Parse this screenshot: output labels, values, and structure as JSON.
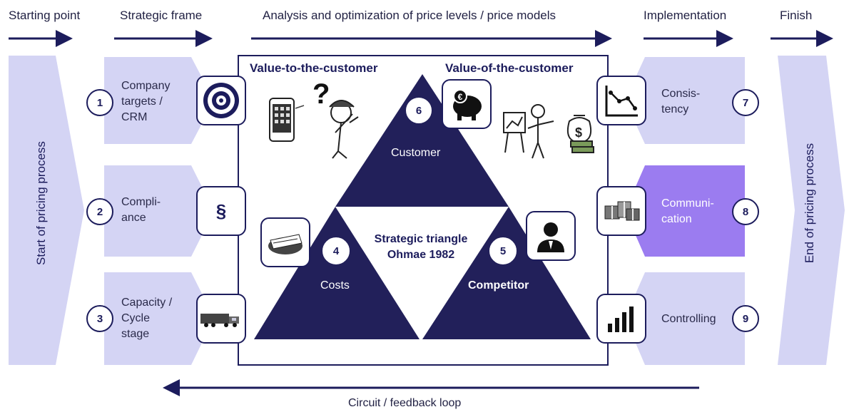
{
  "header": {
    "start": "Starting point",
    "frame": "Strategic frame",
    "analysis": "Analysis and optimization of price levels / price models",
    "implementation": "Implementation",
    "finish": "Finish"
  },
  "side": {
    "start": "Start of pricing process",
    "end": "End of pricing process"
  },
  "left_items": [
    {
      "num": "1",
      "label_lines": [
        "Company",
        "targets /",
        "CRM"
      ],
      "icon": "target-icon"
    },
    {
      "num": "2",
      "label_lines": [
        "Compli-",
        "ance"
      ],
      "icon": "paragraph-icon",
      "icon_glyph": "§"
    },
    {
      "num": "3",
      "label_lines": [
        "Capacity /",
        "Cycle",
        "stage"
      ],
      "icon": "truck-icon"
    }
  ],
  "right_items": [
    {
      "num": "7",
      "label_lines": [
        "Consis-",
        "tency"
      ],
      "icon": "line-chart-icon"
    },
    {
      "num": "8",
      "label_lines": [
        "Communi-",
        "cation"
      ],
      "icon": "gifts-icon"
    },
    {
      "num": "9",
      "label_lines": [
        "Controlling"
      ],
      "icon": "bar-chart-icon"
    }
  ],
  "center": {
    "value_to": "Value-to-the-customer",
    "value_of": "Value-of-the-customer",
    "customer": "Customer",
    "costs": "Costs",
    "competitor": "Competitor",
    "triangle_line1": "Strategic triangle",
    "triangle_line2": "Ohmae 1982",
    "num_customer": "6",
    "num_costs": "4",
    "num_competitor": "5",
    "question_mark": "?"
  },
  "footer": "Circuit / feedback loop",
  "colors": {
    "navy": "#1c1c5c",
    "lavender": "#d4d4f4",
    "purple": "#9b7cf0"
  }
}
